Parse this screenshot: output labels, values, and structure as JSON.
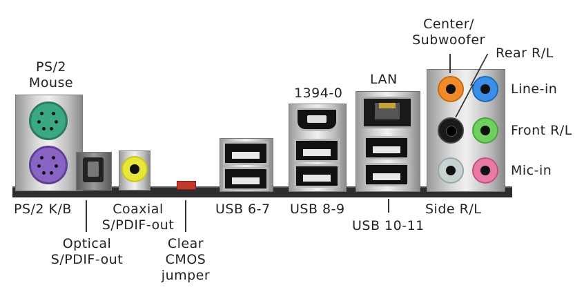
{
  "labels": {
    "ps2_mouse": [
      "PS/2",
      "Mouse"
    ],
    "ps2_kb": "PS/2 K/B",
    "optical": [
      "Optical",
      "S/PDIF-out"
    ],
    "coaxial": [
      "Coaxial",
      "S/PDIF-out"
    ],
    "clear_cmos": [
      "Clear",
      "CMOS",
      "jumper"
    ],
    "usb67": "USB 6-7",
    "ieee1394": "1394-0",
    "usb89": "USB 8-9",
    "lan": "LAN",
    "usb1011": "USB 10-11",
    "center_sub": [
      "Center/",
      "Subwoofer"
    ],
    "rear": "Rear R/L",
    "line_in": "Line-in",
    "front": "Front R/L",
    "mic_in": "Mic-in",
    "side": "Side R/L"
  },
  "colors": {
    "ps2_mouse": "#3aa882",
    "ps2_kb": "#8a64c4",
    "coaxial": "#e8e63a",
    "audio_orange": "#f08a2a",
    "audio_blue": "#3a8ee8",
    "audio_black": "#1b1b1b",
    "audio_green": "#6fcf5f",
    "audio_gray": "#c7d3d3",
    "audio_pink": "#e87aa6"
  }
}
